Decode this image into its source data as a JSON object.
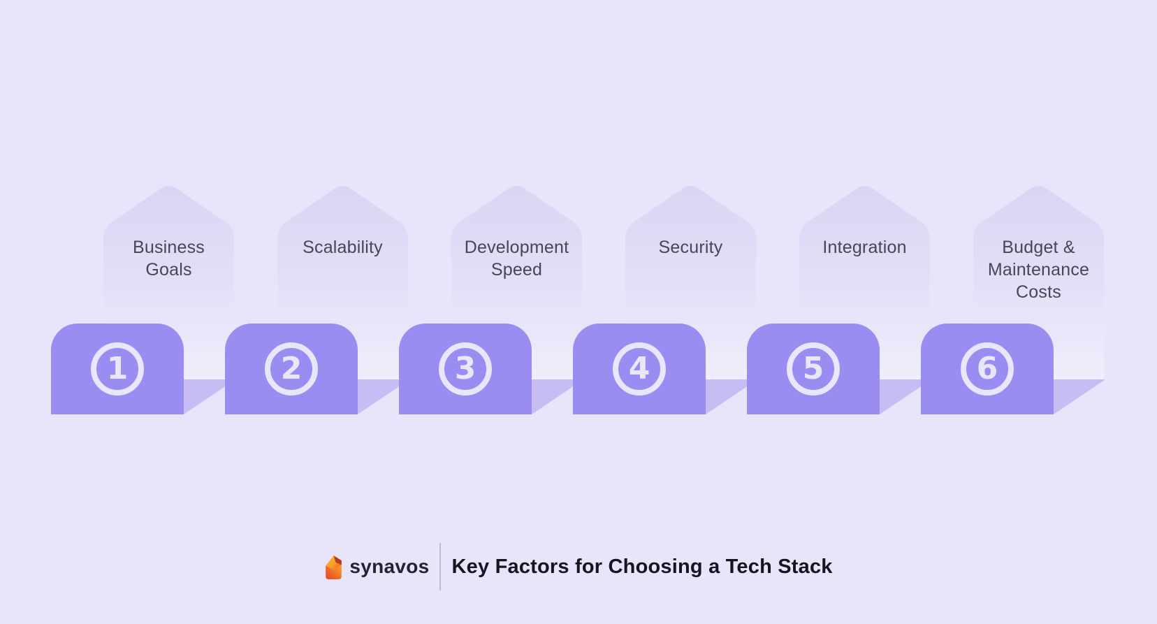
{
  "title": "Key Factors for Choosing a Tech Stack",
  "brand": {
    "name": "synavos",
    "logo_icon": "synavos-s-mark"
  },
  "items": [
    {
      "number": "1",
      "label": "Business\nGoals"
    },
    {
      "number": "2",
      "label": "Scalability"
    },
    {
      "number": "3",
      "label": "Development\nSpeed"
    },
    {
      "number": "4",
      "label": "Security"
    },
    {
      "number": "5",
      "label": "Integration"
    },
    {
      "number": "6",
      "label": "Budget &\nMaintenance\nCosts"
    }
  ],
  "colors": {
    "background": "#e8e4f9",
    "block_purple": "#9a8df1",
    "shadow_purple": "#c8bcf5",
    "arch_gradient_top": "#dbd4f4",
    "arch_gradient_bottom": "#f0eefc",
    "number_ring": "#e9e6fa",
    "label_text": "#4a4552",
    "title_text": "#17141f",
    "brand_text": "#262231",
    "divider_gray": "#a5a3b3",
    "logo_orange": "#f9a82f",
    "logo_red": "#e8401f"
  }
}
